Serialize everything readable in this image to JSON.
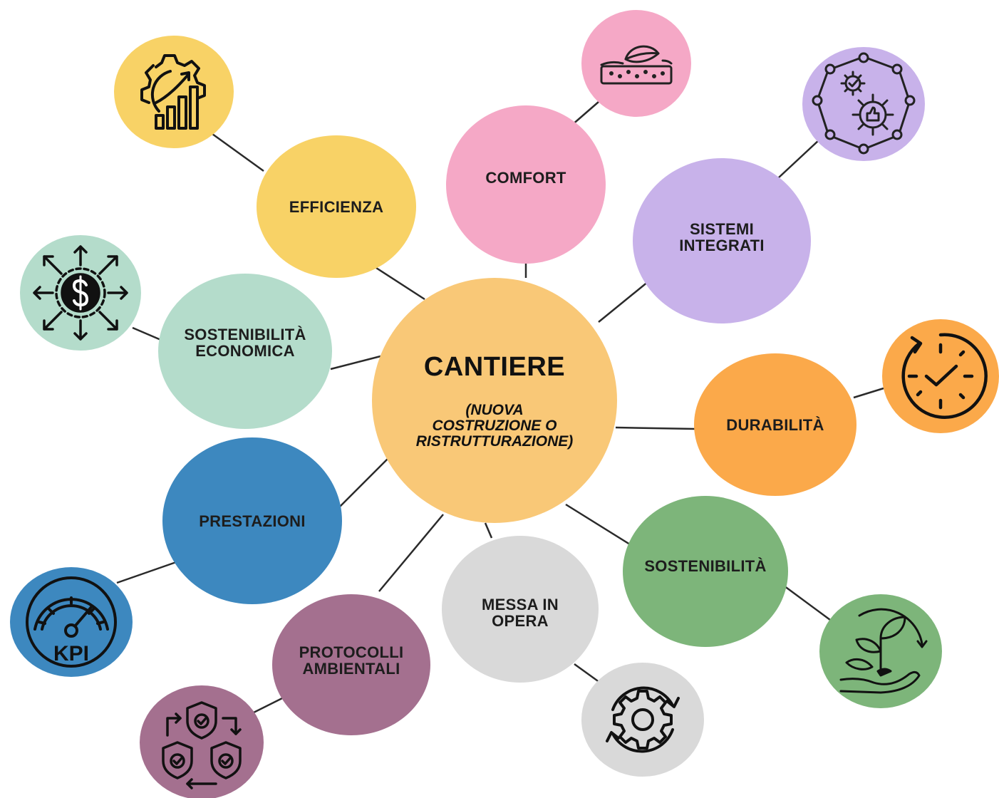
{
  "center": {
    "title": "CANTIERE",
    "subtitle": "(NUOVA\nCOSTRUZIONE O\nRISTRUTTURAZIONE)",
    "color": "#f9c877"
  },
  "nodes": {
    "efficienza": {
      "label": "EFFICIENZA",
      "color": "#f8d266",
      "icon": "gear-growth-chart-icon"
    },
    "comfort": {
      "label": "COMFORT",
      "color": "#f5a8c6",
      "icon": "mattress-leaf-icon"
    },
    "sistemi": {
      "label": "SISTEMI\nINTEGRATI",
      "color": "#c8b2ea",
      "icon": "integrated-gears-network-icon"
    },
    "durabilita": {
      "label": "DURABILITÀ",
      "color": "#fba94a",
      "icon": "clock-check-icon"
    },
    "sostenibilita": {
      "label": "SOSTENIBILITÀ",
      "color": "#7db57a",
      "icon": "plant-in-hand-icon"
    },
    "messa": {
      "label": "MESSA IN\nOPERA",
      "color": "#d9d9d9",
      "icon": "gear-cycle-icon"
    },
    "protocolli": {
      "label": "PROTOCOLLI\nAMBIENTALI",
      "color": "#a4708f",
      "icon": "shield-check-cycle-icon"
    },
    "prestazioni": {
      "label": "PRESTAZIONI",
      "color": "#3d88bf",
      "icon": "kpi-gauge-icon"
    },
    "economica": {
      "label": "SOSTENIBILITÀ\nECONOMICA",
      "color": "#b4dccb",
      "icon": "dollar-arrows-icon"
    }
  },
  "icon_labels": {
    "kpi": "KPI"
  }
}
